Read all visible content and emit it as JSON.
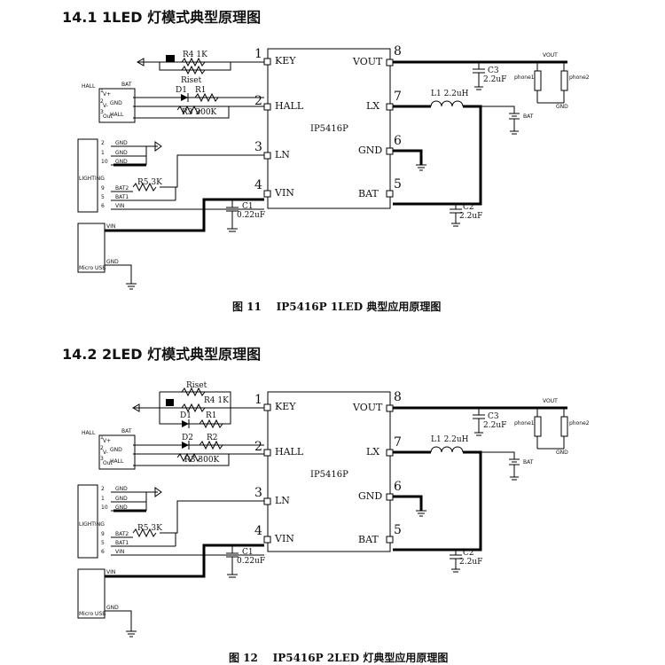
{
  "sections": [
    {
      "title": "14.1 1LED 灯模式典型原理图",
      "caption": "图 11    IP5416P 1LED 典型应用原理图",
      "chip": "IP5416P",
      "pins": [
        {
          "num": "1",
          "name": "KEY"
        },
        {
          "num": "2",
          "name": "HALL"
        },
        {
          "num": "3",
          "name": "LN"
        },
        {
          "num": "4",
          "name": "VIN"
        },
        {
          "num": "8",
          "name": "VOUT"
        },
        {
          "num": "7",
          "name": "LX"
        },
        {
          "num": "6",
          "name": "GND"
        },
        {
          "num": "5",
          "name": "BAT"
        }
      ],
      "parts": {
        "r4": "R4 1K",
        "riset": "Riset",
        "d1": "D1",
        "r1": "R1",
        "r3": "R3 300K",
        "r5": "R5 3K",
        "c1": "C1",
        "c1v": "0.22uF",
        "c2": "C2",
        "c2v": "2.2uF",
        "c3": "C3",
        "c3v": "2.2uF",
        "l1": "L1 2.2uH"
      },
      "hall": {
        "title": "HALL",
        "vp": "V+",
        "vm": "V-",
        "out": "Out",
        "p1": "1",
        "p2": "2",
        "p3": "3",
        "bat": "BAT",
        "gnd": "GND",
        "hall_net": "HALL"
      },
      "lighting": {
        "title": "LIGHTING",
        "p2": "2",
        "p1": "1",
        "p10": "10",
        "p9": "9",
        "p5": "5",
        "p6": "6",
        "gnd": "GND",
        "bat2": "BAT2",
        "bat1": "BAT1",
        "vin": "VIN"
      },
      "usb": {
        "title": "Micro USB",
        "vin": "VIN",
        "gnd": "GND"
      },
      "right": {
        "vout": "VOUT",
        "phone1": "phone1",
        "phone2": "phone2",
        "gnd": "GND",
        "bat": "BAT"
      }
    },
    {
      "title": "14.2 2LED 灯模式典型原理图",
      "caption": "图 12    IP5416P 2LED 灯典型应用原理图",
      "chip": "IP5416P",
      "pins": [
        {
          "num": "1",
          "name": "KEY"
        },
        {
          "num": "2",
          "name": "HALL"
        },
        {
          "num": "3",
          "name": "LN"
        },
        {
          "num": "4",
          "name": "VIN"
        },
        {
          "num": "8",
          "name": "VOUT"
        },
        {
          "num": "7",
          "name": "LX"
        },
        {
          "num": "6",
          "name": "GND"
        },
        {
          "num": "5",
          "name": "BAT"
        }
      ],
      "parts": {
        "r4": "R4 1K",
        "riset": "Riset",
        "d1": "D1",
        "r1": "R1",
        "d2": "D2",
        "r2": "R2",
        "r3": "R3 300K",
        "r5": "R5 3K",
        "c1": "C1",
        "c1v": "0.22uF",
        "c2": "C2",
        "c2v": "2.2uF",
        "c3": "C3",
        "c3v": "2.2uF",
        "l1": "L1 2.2uH"
      },
      "hall": {
        "title": "HALL",
        "vp": "V+",
        "vm": "V-",
        "out": "Out",
        "p1": "1",
        "p2": "2",
        "p3": "3",
        "bat": "BAT",
        "gnd": "GND",
        "hall_net": "HALL"
      },
      "lighting": {
        "title": "LIGHTING",
        "p2": "2",
        "p1": "1",
        "p10": "10",
        "p9": "9",
        "p5": "5",
        "p6": "6",
        "gnd": "GND",
        "bat2": "BAT2",
        "bat1": "BAT1",
        "vin": "VIN"
      },
      "usb": {
        "title": "Micro USB",
        "vin": "VIN",
        "gnd": "GND"
      },
      "right": {
        "vout": "VOUT",
        "phone1": "phone1",
        "phone2": "phone2",
        "gnd": "GND",
        "bat": "BAT"
      }
    }
  ]
}
